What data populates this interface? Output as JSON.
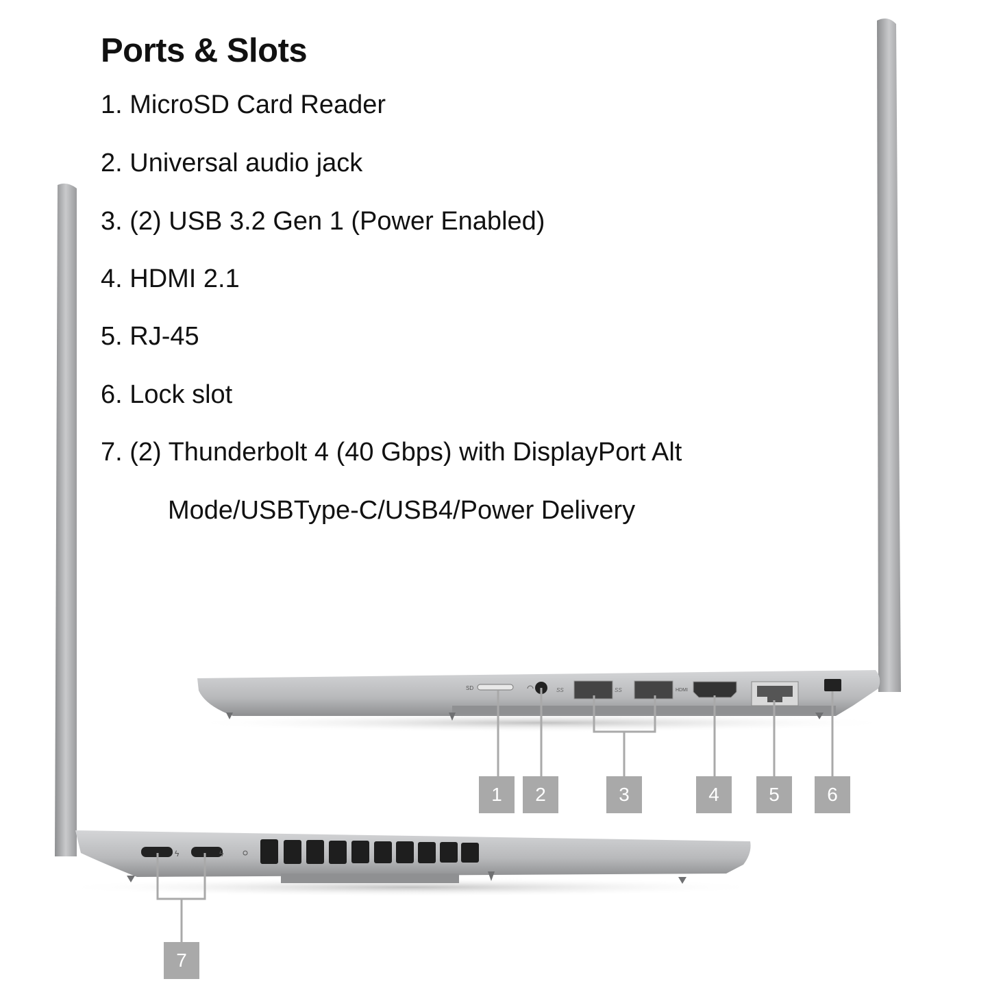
{
  "heading": "Ports & Slots",
  "items": [
    "1. MicroSD Card Reader",
    "2. Universal audio jack",
    "3. (2) USB 3.2 Gen 1 (Power Enabled)",
    "4. HDMI 2.1",
    "5. RJ-45",
    "6. Lock slot",
    "7. (2) Thunderbolt 4 (40 Gbps) with DisplayPort Alt"
  ],
  "item7_continuation": "Mode/USBType-C/USB4/Power Delivery",
  "callouts": [
    "1",
    "2",
    "3",
    "4",
    "5",
    "6",
    "7"
  ],
  "port_markings": {
    "sd": "SD",
    "hdmi": "HDMI",
    "usb": "SS"
  },
  "colors": {
    "callout_box": "#a9a9a9",
    "chassis": "#b9babc",
    "text": "#111111"
  }
}
